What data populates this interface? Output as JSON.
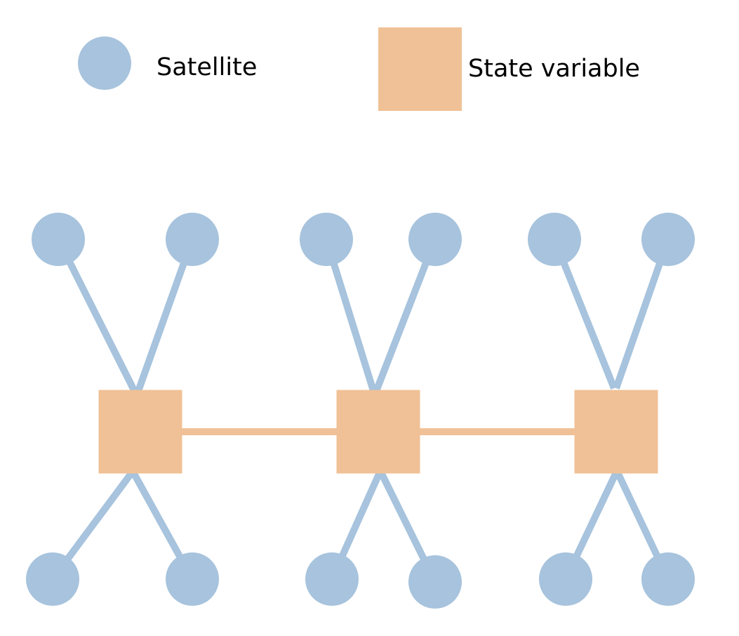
{
  "colors": {
    "satellite": "#a7c3dd",
    "state_variable": "#f0c196",
    "background": "#ffffff",
    "text": "#000000"
  },
  "legend": {
    "satellite_label": "Satellite",
    "state_variable_label": "State variable"
  },
  "graph": {
    "state_variables": [
      {
        "id": "s1"
      },
      {
        "id": "s2"
      },
      {
        "id": "s3"
      }
    ],
    "state_links": [
      {
        "from": "s1",
        "to": "s2"
      },
      {
        "from": "s2",
        "to": "s3"
      }
    ],
    "satellites": [
      {
        "id": "t1",
        "attached_to": "s1",
        "row": "top"
      },
      {
        "id": "t2",
        "attached_to": "s1",
        "row": "top"
      },
      {
        "id": "t3",
        "attached_to": "s2",
        "row": "top"
      },
      {
        "id": "t4",
        "attached_to": "s2",
        "row": "top"
      },
      {
        "id": "t5",
        "attached_to": "s3",
        "row": "top"
      },
      {
        "id": "t6",
        "attached_to": "s3",
        "row": "top"
      },
      {
        "id": "b1",
        "attached_to": "s1",
        "row": "bottom"
      },
      {
        "id": "b2",
        "attached_to": "s1",
        "row": "bottom"
      },
      {
        "id": "b3",
        "attached_to": "s2",
        "row": "bottom"
      },
      {
        "id": "b4",
        "attached_to": "s2",
        "row": "bottom"
      },
      {
        "id": "b5",
        "attached_to": "s3",
        "row": "bottom"
      },
      {
        "id": "b6",
        "attached_to": "s3",
        "row": "bottom"
      }
    ]
  }
}
